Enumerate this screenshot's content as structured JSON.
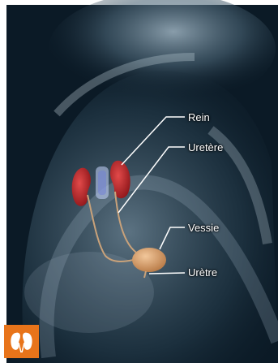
{
  "labels": {
    "rein": "Rein",
    "uretere": "Uretère",
    "vessie": "Vessie",
    "uretre": "Urètre"
  },
  "colors": {
    "background_dark": "#0b1a26",
    "body_glow": "#8fa8b8",
    "kidney": "#b8232a",
    "bladder": "#d9a06a",
    "logo": "#e8741a",
    "leader_line": "#ffffff"
  },
  "icons": {
    "logo": "kidney-logo-icon"
  }
}
